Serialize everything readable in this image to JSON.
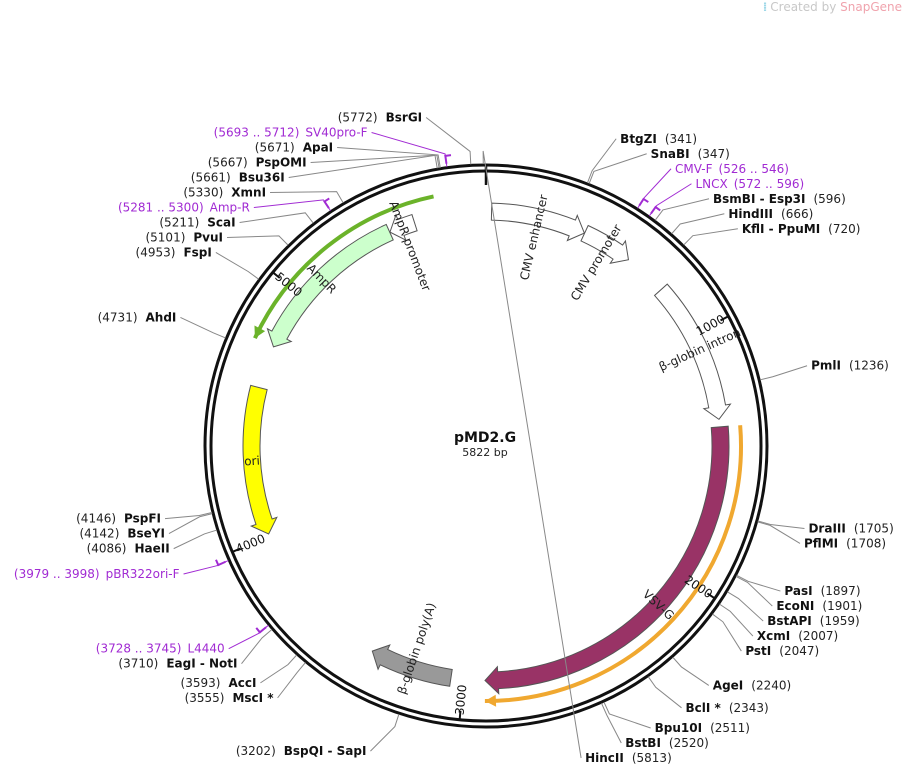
{
  "credit": {
    "prefix": "Created by",
    "brand": "SnapGene"
  },
  "plasmid": {
    "name": "pMD2.G",
    "size": "5822 bp",
    "length": 5822
  },
  "ticks": [
    {
      "pos": 1000,
      "label": "1000"
    },
    {
      "pos": 2000,
      "label": "2000"
    },
    {
      "pos": 3000,
      "label": "3000"
    },
    {
      "pos": 4000,
      "label": "4000"
    },
    {
      "pos": 5000,
      "label": "5000"
    }
  ],
  "features": [
    {
      "name": "CMV enhancer",
      "start": 22,
      "end": 401,
      "dir": 1,
      "color": "#ffffff"
    },
    {
      "name": "CMV promoter",
      "start": 402,
      "end": 605,
      "dir": 1,
      "color": "#ffffff"
    },
    {
      "name": "β-globin intron",
      "start": 780,
      "end": 1350,
      "dir": 1,
      "color": "#ffffff"
    },
    {
      "name": "VSV-G",
      "start": 1380,
      "end": 2915,
      "dir": 1,
      "color": "#993366"
    },
    {
      "name": "β-globin poly(A)",
      "start": 3050,
      "end": 3380,
      "dir": 1,
      "color": "#999999"
    },
    {
      "name": "ori",
      "start": 4010,
      "end": 4600,
      "dir": -1,
      "color": "#ffff00"
    },
    {
      "name": "AmpR",
      "start": 4771,
      "end": 5430,
      "dir": -1,
      "color": "#ccffcc"
    },
    {
      "name": "AmpR promoter",
      "start": 5431,
      "end": 5535,
      "dir": -1,
      "color": "#ffffff"
    }
  ],
  "orfs": [
    {
      "start": 1380,
      "end": 2915,
      "dir": 1,
      "color": "#f0a830"
    },
    {
      "start": 4771,
      "end": 5630,
      "dir": -1,
      "color": "#6bb32a"
    }
  ],
  "sites": [
    {
      "name": "HincII",
      "pos": "5813",
      "side": "R"
    },
    {
      "name": "BsrGI",
      "pos": "5772",
      "side": "L"
    },
    {
      "name": "ApaI",
      "pos": "5671",
      "side": "L"
    },
    {
      "name": "PspOMI",
      "pos": "5667",
      "side": "L"
    },
    {
      "name": "Bsu36I",
      "pos": "5661",
      "side": "L"
    },
    {
      "name": "XmnI",
      "pos": "5330",
      "side": "L"
    },
    {
      "name": "ScaI",
      "pos": "5211",
      "side": "L"
    },
    {
      "name": "PvuI",
      "pos": "5101",
      "side": "L"
    },
    {
      "name": "FspI",
      "pos": "4953",
      "side": "L"
    },
    {
      "name": "AhdI",
      "pos": "4731",
      "side": "L"
    },
    {
      "name": "PspFI",
      "pos": "4146",
      "side": "L"
    },
    {
      "name": "BseYI",
      "pos": "4142",
      "side": "L"
    },
    {
      "name": "HaeII",
      "pos": "4086",
      "side": "L"
    },
    {
      "name": "EagI - NotI",
      "pos": "3710",
      "side": "L"
    },
    {
      "name": "AccI",
      "pos": "3593",
      "side": "L"
    },
    {
      "name": "MscI *",
      "pos": "3555",
      "side": "L"
    },
    {
      "name": "BspQI - SapI",
      "pos": "3202",
      "side": "L"
    },
    {
      "name": "BtgZI",
      "pos": "341",
      "side": "R"
    },
    {
      "name": "SnaBI",
      "pos": "347",
      "side": "R"
    },
    {
      "name": "BsmBI - Esp3I",
      "pos": "596",
      "side": "R"
    },
    {
      "name": "HindIII",
      "pos": "666",
      "side": "R"
    },
    {
      "name": "KflI - PpuMI",
      "pos": "720",
      "side": "R"
    },
    {
      "name": "PmlI",
      "pos": "1236",
      "side": "R"
    },
    {
      "name": "DraIII",
      "pos": "1705",
      "side": "R"
    },
    {
      "name": "PflMI",
      "pos": "1708",
      "side": "R"
    },
    {
      "name": "PasI",
      "pos": "1897",
      "side": "R"
    },
    {
      "name": "EcoNI",
      "pos": "1901",
      "side": "R"
    },
    {
      "name": "BstAPI",
      "pos": "1959",
      "side": "R"
    },
    {
      "name": "XcmI",
      "pos": "2007",
      "side": "R"
    },
    {
      "name": "PstI",
      "pos": "2047",
      "side": "R"
    },
    {
      "name": "AgeI",
      "pos": "2240",
      "side": "R"
    },
    {
      "name": "BclI *",
      "pos": "2343",
      "side": "R"
    },
    {
      "name": "Bpu10I",
      "pos": "2511",
      "side": "R"
    },
    {
      "name": "BstBI",
      "pos": "2520",
      "side": "R"
    }
  ],
  "primers": [
    {
      "name": "SV40pro-F",
      "range": "5693 .. 5712",
      "side": "L"
    },
    {
      "name": "Amp-R",
      "range": "5281 .. 5300",
      "side": "L"
    },
    {
      "name": "pBR322ori-F",
      "range": "3979 .. 3998",
      "side": "L"
    },
    {
      "name": "L4440",
      "range": "3728 .. 3745",
      "side": "L"
    },
    {
      "name": "CMV-F",
      "range": "526 .. 546",
      "side": "R"
    },
    {
      "name": "LNCX",
      "range": "572 .. 596",
      "side": "R"
    }
  ]
}
